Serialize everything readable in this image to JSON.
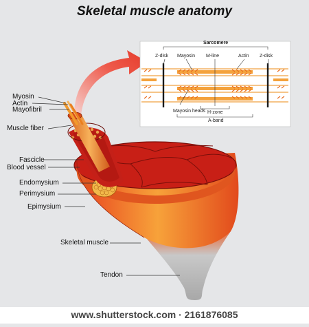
{
  "title": "Skeletal muscle anatomy",
  "footer": "www.shutterstock.com · 2161876085",
  "labels": {
    "myosin": "Myosin",
    "actin": "Actin",
    "myofibril": "Mayofibril",
    "muscle_fiber": "Muscle fiber",
    "fascicle": "Fascicle",
    "blood_vessel": "Blood vessel",
    "endomysium": "Endomysium",
    "perimysium": "Perimysium",
    "epimysium": "Epimysium",
    "skeletal_muscle": "Skeletal muscle",
    "tendon": "Tendon"
  },
  "sarcomere": {
    "title": "Sarcomere",
    "z_disk_left": "Z-disk",
    "z_disk_right": "Z-disk",
    "myosin": "Mayosin",
    "m_line": "M-line",
    "actin": "Actin",
    "myosin_heads": "Mayosin heads",
    "h_zone": "H-zone",
    "a_band": "A-band"
  },
  "colors": {
    "muscle_red": "#d42a1f",
    "muscle_orange": "#f08a1c",
    "filament_orange": "#f4a23c",
    "arrow_red": "#e53a2a",
    "tendon_grey": "#b9b9b9",
    "background": "#e5e6e8"
  }
}
